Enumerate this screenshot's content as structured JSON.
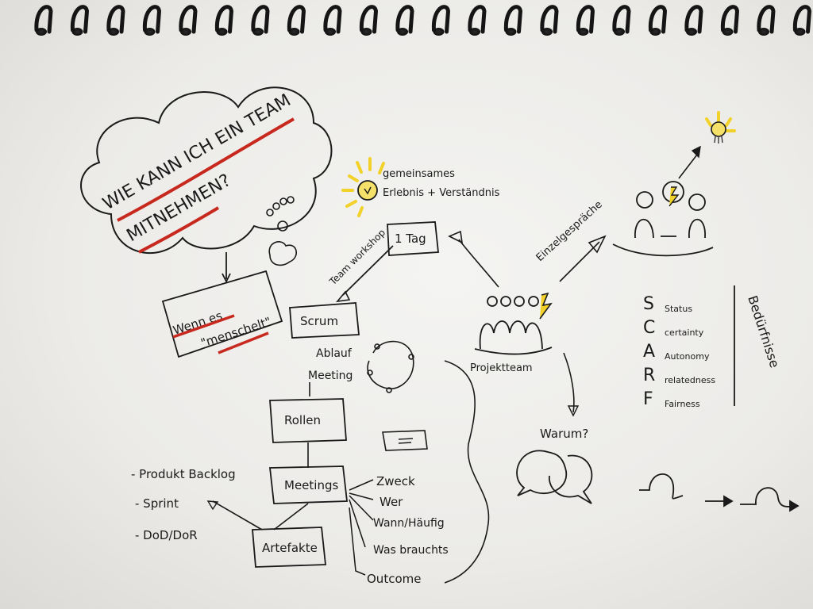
{
  "cloud": {
    "line1": "WIE KANN ICH EIN TEAM",
    "line2": "MITNEHMEN?"
  },
  "box_menschel": {
    "line1": "Wenn es",
    "line2": "\"menschelt\""
  },
  "scrum": "Scrum",
  "ablauf": {
    "line1": "Ablauf",
    "line2": "Meeting"
  },
  "team_workshop": "Team workshop",
  "one_day": "1 Tag",
  "gemeinsam": {
    "line1": "gemeinsames",
    "line2": "Erlebnis + Verständnis"
  },
  "einzelgespraeche": "Einzelgespräche",
  "projektteam": "Projektteam",
  "warum": "Warum?",
  "rollen": "Rollen",
  "meetings": "Meetings",
  "artefakte": "Artefakte",
  "artifact_items": [
    "- Produkt Backlog",
    "- Sprint",
    "- DoD/DoR"
  ],
  "meeting_items": [
    "Zweck",
    "Wer",
    "Wann/Häufig",
    "Was brauchts",
    "Outcome"
  ],
  "scarf": [
    {
      "letter": "S",
      "word": "Status"
    },
    {
      "letter": "C",
      "word": "certainty"
    },
    {
      "letter": "A",
      "word": "Autonomy"
    },
    {
      "letter": "R",
      "word": "relatedness"
    },
    {
      "letter": "F",
      "word": "Fairness"
    }
  ],
  "beduerfnisse": "Bedürfnisse",
  "colors": {
    "ink": "#1a1a1a",
    "red": "#c8291e",
    "yellow": "#f2d22a"
  }
}
